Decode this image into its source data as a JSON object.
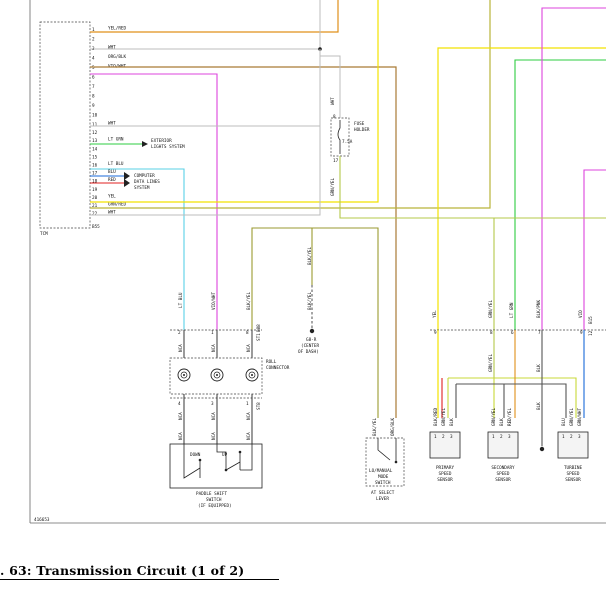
{
  "figure": {
    "caption": ". 63: Transmission Circuit (1 of 2)",
    "figure_id": "416653"
  },
  "colors": {
    "yel_red": "#e0901a",
    "wht": "#c8c8c8",
    "org_blk": "#a97a35",
    "vio_wht": "#dd44dd",
    "lt_grn": "#2ecc40",
    "lt_blu": "#5ad0e6",
    "blu": "#1a6ad8",
    "red": "#e02020",
    "yel": "#f2e200",
    "grn_red": "#b9b43a",
    "grn_yel": "#b5c84a",
    "blk": "#555555",
    "blk_yel": "#9a9a30"
  },
  "tcm": {
    "label": "TCM",
    "connector": "B55",
    "pins": [
      {
        "num": "1",
        "wire": "YEL/RED"
      },
      {
        "num": "2",
        "wire": ""
      },
      {
        "num": "3",
        "wire": "WHT"
      },
      {
        "num": "4",
        "wire": "ORG/BLK"
      },
      {
        "num": "5",
        "wire": "VIO/WHT"
      },
      {
        "num": "6",
        "wire": ""
      },
      {
        "num": "7",
        "wire": ""
      },
      {
        "num": "8",
        "wire": ""
      },
      {
        "num": "9",
        "wire": ""
      },
      {
        "num": "10",
        "wire": ""
      },
      {
        "num": "11",
        "wire": "WHT"
      },
      {
        "num": "12",
        "wire": ""
      },
      {
        "num": "13",
        "wire": "LT GRN"
      },
      {
        "num": "14",
        "wire": ""
      },
      {
        "num": "15",
        "wire": ""
      },
      {
        "num": "16",
        "wire": "LT BLU"
      },
      {
        "num": "17",
        "wire": "BLU"
      },
      {
        "num": "18",
        "wire": "RED"
      },
      {
        "num": "19",
        "wire": ""
      },
      {
        "num": "20",
        "wire": "YEL"
      },
      {
        "num": "21",
        "wire": "GRN/RED"
      },
      {
        "num": "22",
        "wire": "WHT"
      }
    ]
  },
  "exterior_lights": [
    "EXTERIOR",
    "LIGHTS SYSTEM"
  ],
  "computer_data": [
    "COMPUTER",
    "DATA LINES",
    "SYSTEM"
  ],
  "fuse": {
    "label": [
      "FUSE",
      "HOLDER"
    ],
    "rating": "7.5A",
    "pin_top": "8",
    "pin_bottom": "17",
    "wire_top": "WHT",
    "wire_bottom": "GRN/YEL"
  },
  "ground": {
    "wire": "BLK/YEL",
    "wire2": "BLK/YEL",
    "label": [
      "G8-R",
      "(CENTER",
      "OF DASH)"
    ]
  },
  "roll_connector": {
    "label": [
      "ROLL",
      "CONNECTOR"
    ],
    "conn_top": "B88",
    "conn_mid": "ST1",
    "conn_bot": "ST8",
    "wires_top": [
      "LT BLU",
      "VIO/WHT",
      "BLK/YEL"
    ],
    "pins_top": [
      "2",
      "1",
      "8"
    ],
    "nca_top": [
      "NCA",
      "NCA",
      "NCA"
    ],
    "nca_bot": [
      "NCA",
      "NCA",
      "NCA"
    ],
    "pins_bot": [
      "4",
      "3",
      "1"
    ],
    "nca_sw": [
      "NCA",
      "NCA",
      "NCA"
    ]
  },
  "paddle_switch": {
    "down": "DOWN",
    "up": "UP",
    "label": [
      "PADDLE SHIFT",
      "SWITCH",
      "(IF EQUIPPED)"
    ]
  },
  "mode_switch": {
    "wires": [
      "BLK/YEL",
      "ORG/BLK"
    ],
    "label": [
      "LO/MANUAL",
      "MODE",
      "SWITCH"
    ],
    "sub": [
      "AT SELECT",
      "LEVER"
    ]
  },
  "sensor_connector": {
    "wires_top": [
      "YEL",
      "GRN/YEL",
      "LT GRN",
      "BLK/PNK",
      "VIO"
    ],
    "pins_top": [
      "9",
      "8",
      "6",
      "7",
      "9"
    ],
    "pin_right": "12",
    "conn_right": "B15",
    "mid_wires": [
      "GRN/YEL",
      "BLK",
      "BLK"
    ]
  },
  "sensors": [
    {
      "wires": [
        "BLK/RED",
        "GRN/YEL",
        "BLK"
      ],
      "pins": [
        "1",
        "2",
        "3"
      ],
      "label": [
        "PRIMARY",
        "SPEED",
        "SENSOR"
      ]
    },
    {
      "wires": [
        "GRN/YEL",
        "BLK",
        "RED/YEL"
      ],
      "pins": [
        "1",
        "2",
        "3"
      ],
      "label": [
        "SECONDARY",
        "SPEED",
        "SENSOR"
      ]
    },
    {
      "wires": [
        "BLU",
        "GRN/YEL",
        "GRN/WHT"
      ],
      "pins": [
        "1",
        "2",
        "3"
      ],
      "label": [
        "TURBINE",
        "SPEED",
        "SENSOR"
      ]
    }
  ]
}
